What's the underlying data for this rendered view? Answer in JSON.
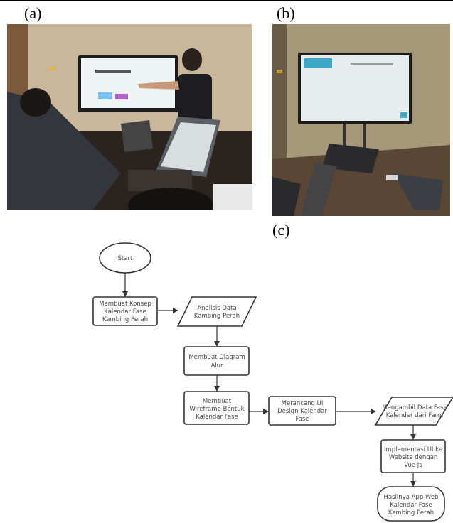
{
  "labels": {
    "a": "(a)",
    "b": "(b)",
    "c": "(c)"
  },
  "flowchart": {
    "start": "Start",
    "n1": [
      "Membuat Konsep",
      "Kalendar Fase",
      "Kambing Perah"
    ],
    "n2": [
      "Analisis Data",
      "Kambing Perah"
    ],
    "n3": [
      "Membuat Diagram",
      "Alur"
    ],
    "n4": [
      "Membuat",
      "Wireframe Bentuk",
      "Kalendar Fase"
    ],
    "n5": [
      "Merancang UI",
      "Design Kalendar",
      "Fase"
    ],
    "n6": [
      "Mengambil Data Fase",
      "Kalender dari Farm"
    ],
    "n7": [
      "Implementasi UI ke",
      "Website dengan",
      "Vue Js"
    ],
    "n8": [
      "Hasilnya App Web",
      "Kalendar Fase",
      "Kambing Perah"
    ]
  }
}
